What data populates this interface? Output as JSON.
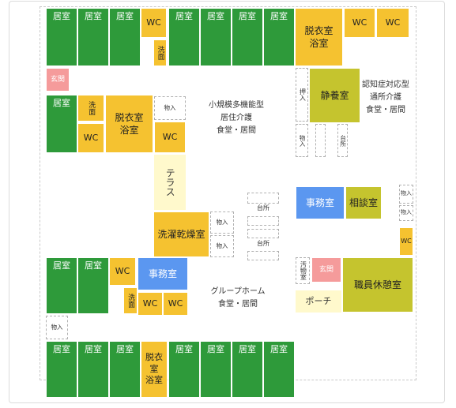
{
  "rooms": {
    "resident": "居室",
    "wc": "WC",
    "washroom": "洗面",
    "dressing_bath": [
      "脱衣室",
      "浴室"
    ],
    "entrance": "玄関",
    "storage": "物入",
    "closet": "押入",
    "kitchenette": "台所",
    "quiet_room": "静養室",
    "terrace": "テラス",
    "laundry_drying": "洗濯乾燥室",
    "office": "事務室",
    "consultation": "相談室",
    "soiled_utility": "汚物室",
    "porch": "ポーチ",
    "staff_lounge": "職員休憩室"
  },
  "areas": {
    "small_multi": [
      "小規模多機能型",
      "居住介護",
      "食堂・居間"
    ],
    "dementia_day": [
      "認知症対応型",
      "通所介護",
      "食堂・居間"
    ],
    "group_home": [
      "グループホーム",
      "食堂・居間"
    ]
  },
  "colors": {
    "resident": "#2e9a3a",
    "wet_area": "#f5c230",
    "office": "#5b97f0",
    "care_room": "#c5c42e",
    "entrance": "#f59b9b",
    "outdoor": "#fff9cc"
  }
}
